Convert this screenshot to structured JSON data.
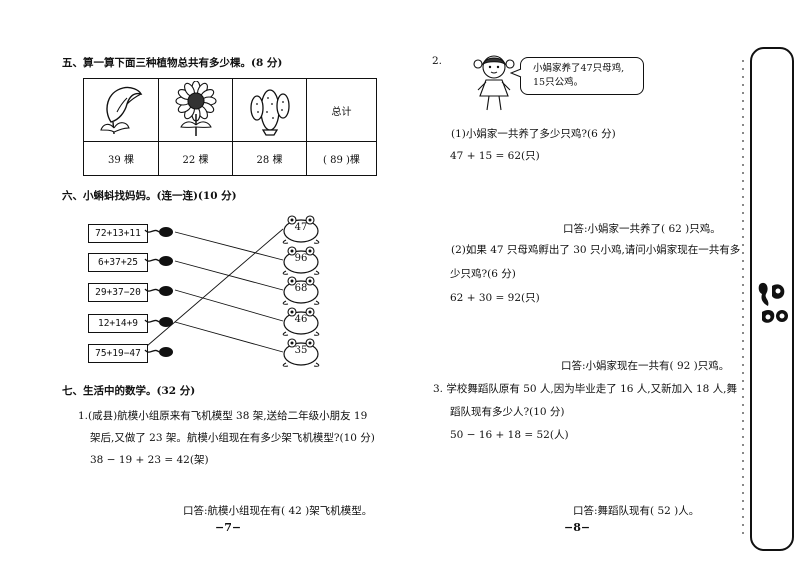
{
  "left": {
    "section5_title": "五、算一算下面三种植物总共有多少棵。(8 分)",
    "table": {
      "headers": [
        "",
        "",
        "",
        "总计"
      ],
      "values": [
        "39 棵",
        "22 棵",
        "28 棵",
        "( 89 )棵"
      ],
      "icons": [
        "calla-lily-icon",
        "sunflower-icon",
        "cactus-icon"
      ]
    },
    "section6_title": "六、小蝌蚪找妈妈。(连一连)(10 分)",
    "tadpoles": [
      "72+13+11",
      "6+37+25",
      "29+37−20",
      "12+14+9",
      "75+19−47"
    ],
    "frogs": [
      "47",
      "96",
      "68",
      "46",
      "35"
    ],
    "section7_title": "七、生活中的数学。(32 分)",
    "q1_line1": "1.(咸县)航模小组原来有飞机模型 38 架,送给二年级小朋友 19",
    "q1_line2": "架后,又做了 23 架。航模小组现在有多少架飞机模型?(10 分)",
    "q1_calc": "38 − 19 + 23 = 42(架)",
    "q1_answer": "口答:航模小组现在有( 42 )架飞机模型。",
    "page_number": "−7−"
  },
  "right": {
    "q2_label": "2.",
    "speech": "小娟家养了47只母鸡,\n15只公鸡。",
    "q2_1": "(1)小娟家一共养了多少只鸡?(6 分)",
    "q2_1_calc": "47 + 15 = 62(只)",
    "q2_1_answer": "口答:小娟家一共养了( 62 )只鸡。",
    "q2_2_line1": "(2)如果 47 只母鸡孵出了 30 只小鸡,请问小娟家现在一共有多",
    "q2_2_line2": "少只鸡?(6 分)",
    "q2_2_calc": "62 + 30 = 92(只)",
    "q2_2_answer": "口答:小娟家现在一共有( 92 )只鸡。",
    "q3_line1": "3. 学校舞蹈队原有 50 人,因为毕业走了 16 人,又新加入 18 人,舞",
    "q3_line2": "蹈队现有多少人?(10 分)",
    "q3_calc": "50 − 16 + 18 = 52(人)",
    "q3_answer": "口答:舞蹈队现有( 52 )人。",
    "page_number": "−8−"
  },
  "colors": {
    "ink": "#111111",
    "paper": "#ffffff"
  }
}
